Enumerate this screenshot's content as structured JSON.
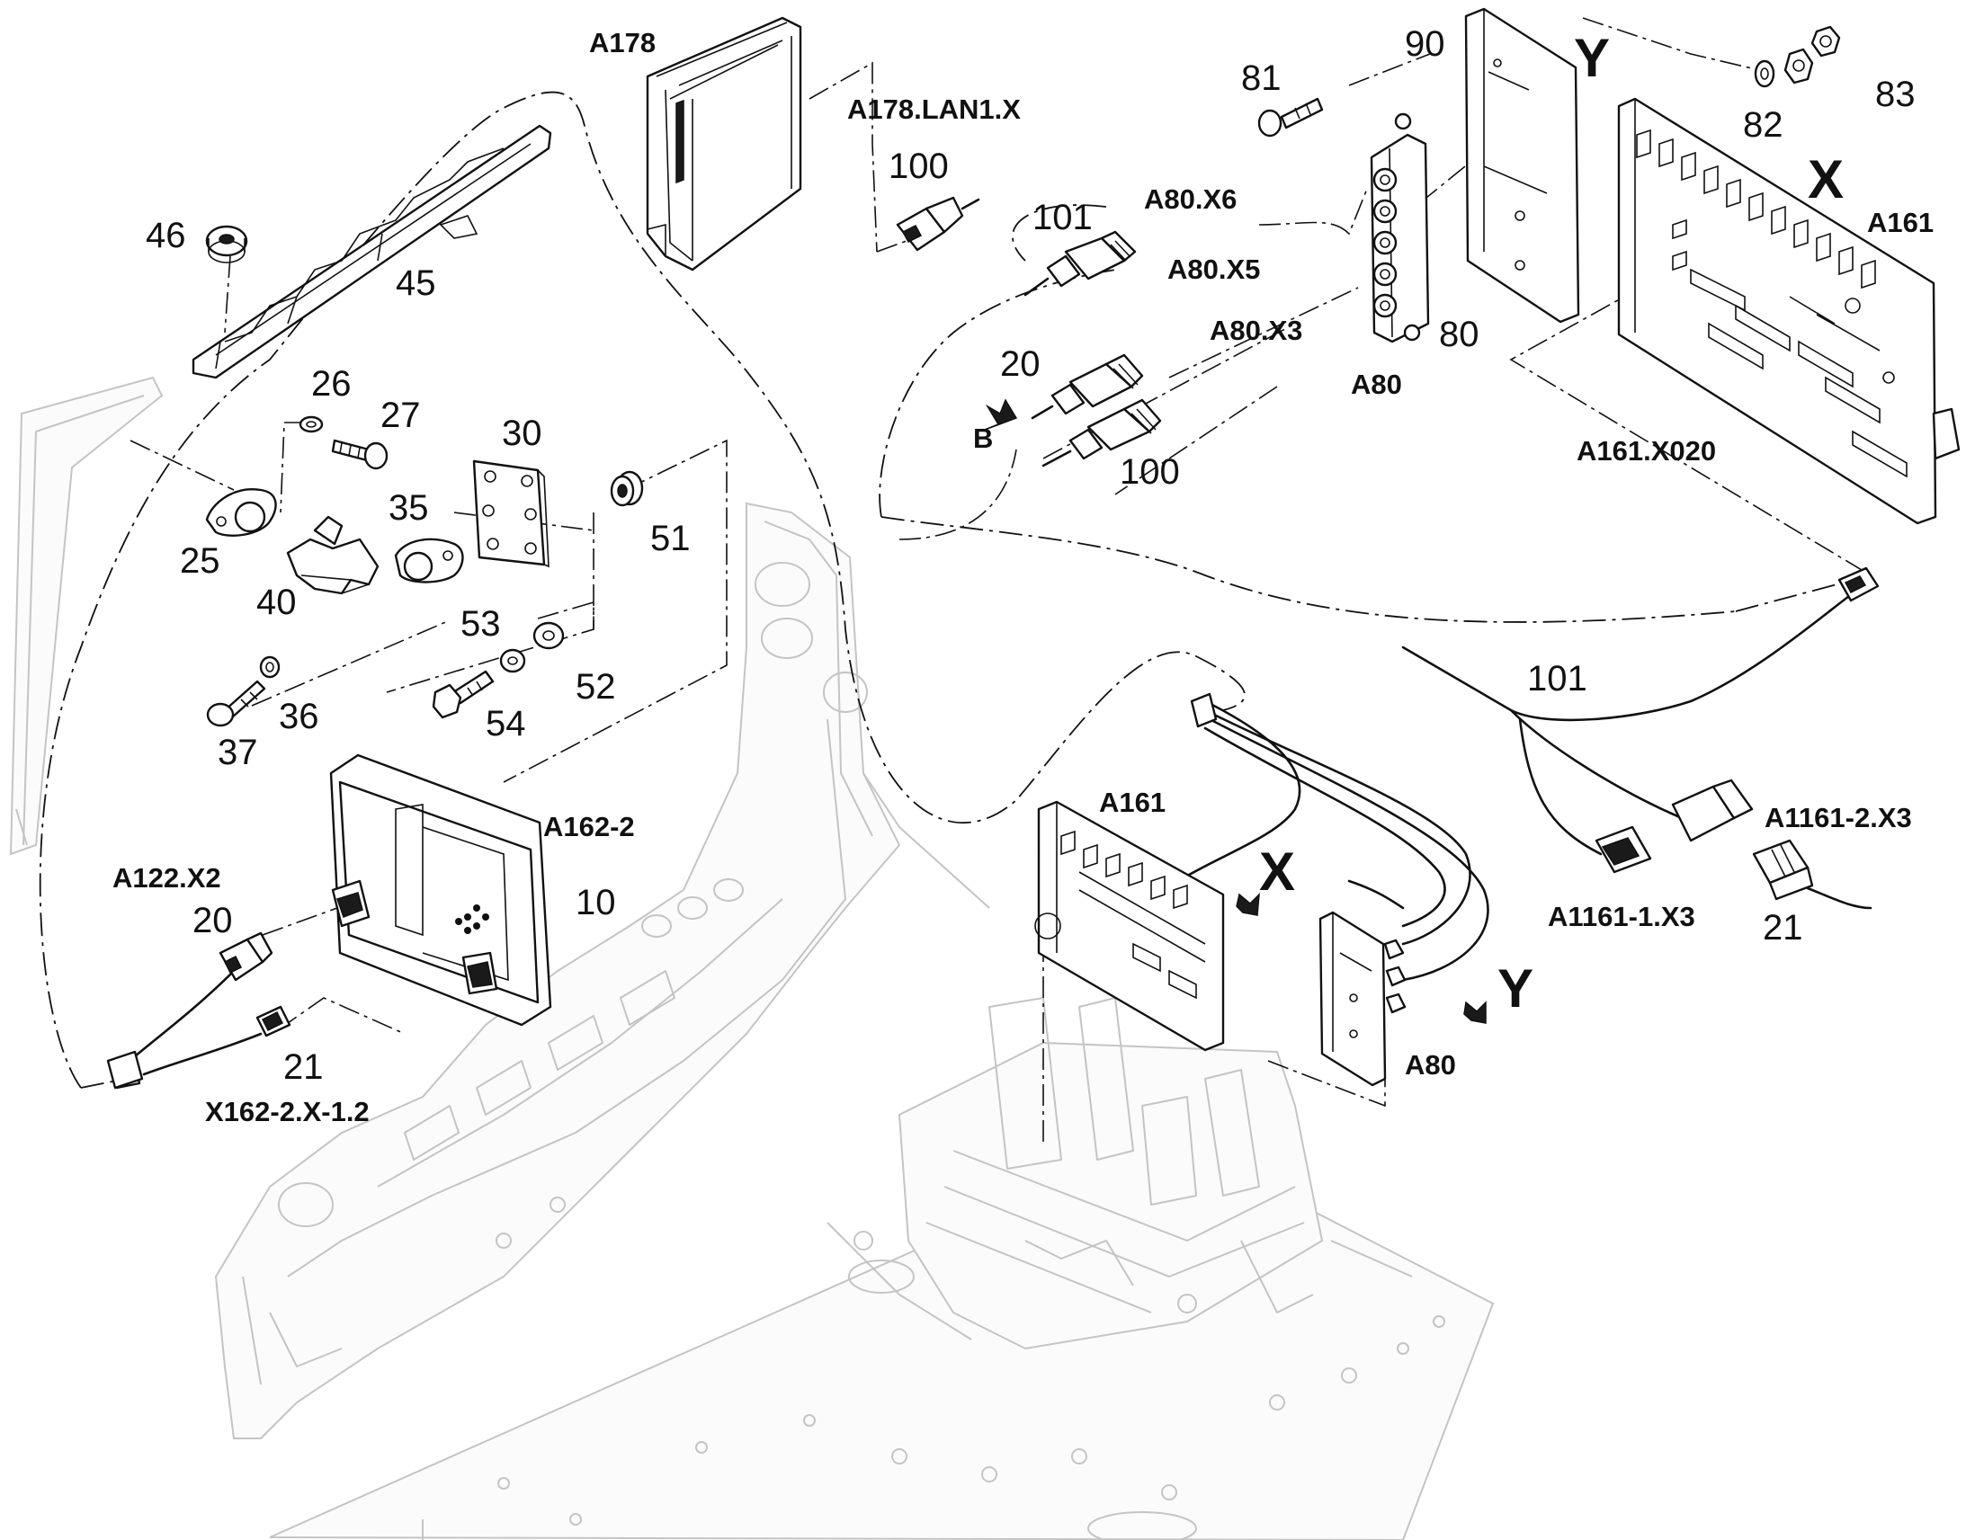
{
  "letters": {
    "x1": "X",
    "x2": "X",
    "y1": "Y",
    "y2": "Y",
    "b": "B"
  },
  "references": {
    "a178": "A178",
    "a178_lan1_x": "A178.LAN1.X",
    "a80_x6": "A80.X6",
    "a80_x5": "A80.X5",
    "a80_x3": "A80.X3",
    "a80_top": "A80",
    "a80_bottom": "A80",
    "a161_top": "A161",
    "a161_bottom": "A161",
    "a161_x020": "A161.X020",
    "a162_2": "A162-2",
    "a122_x2": "A122.X2",
    "x162_2_x_1_2": "X162-2.X-1.2",
    "a1161_1_x3": "A1161-1.X3",
    "a1161_2_x3": "A1161-2.X3"
  },
  "part_numbers": {
    "p46": "46",
    "p45": "45",
    "p26": "26",
    "p27": "27",
    "p30": "30",
    "p35": "35",
    "p25": "25",
    "p40": "40",
    "p51": "51",
    "p53": "53",
    "p52": "52",
    "p37": "37",
    "p36": "36",
    "p54": "54",
    "p10": "10",
    "p20_left": "20",
    "p21_left": "21",
    "p100_top": "100",
    "p101_top": "101",
    "p20_top": "20",
    "p100_mid": "100",
    "p81": "81",
    "p90": "90",
    "p80": "80",
    "p82": "82",
    "p83": "83",
    "p101_mid": "101",
    "p21_right": "21"
  }
}
